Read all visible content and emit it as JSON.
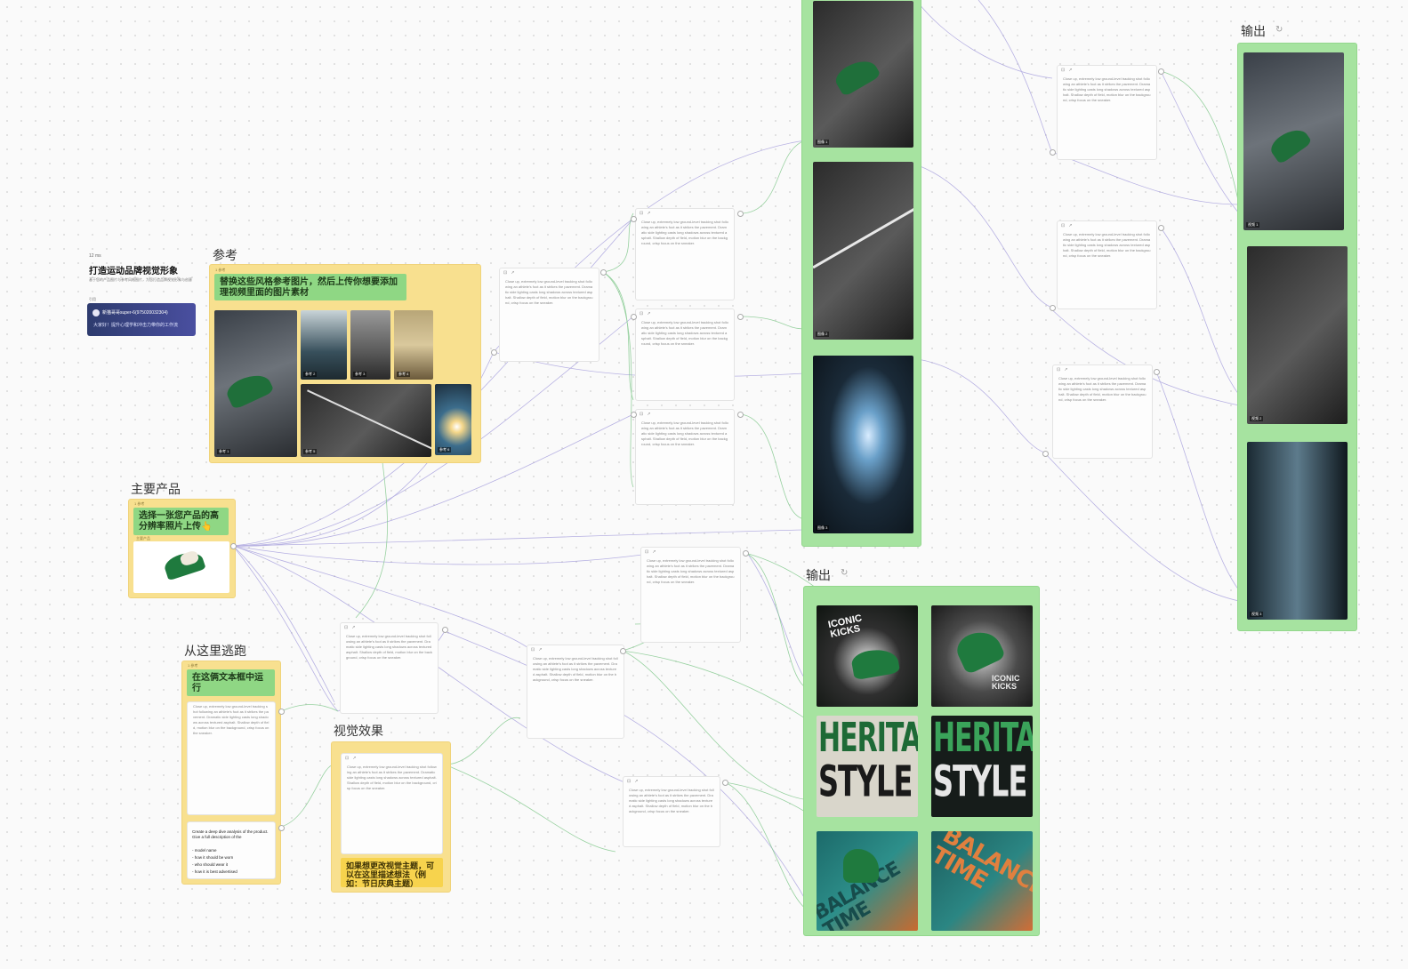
{
  "sidebar": {
    "small_label": "12 ms",
    "title": "打造运动品牌视觉形象",
    "subtitle": "基于您的产品图片与参考风格图片，为您打造品牌视觉形象与创意",
    "chip_label": "引用",
    "banner": {
      "name": "新猫哥哥super-6(975020032304)",
      "text": "大家好！提升心理学和冲击力带你的工作流"
    }
  },
  "groups": {
    "ref": {
      "title": "参考",
      "sticky": "替换这些风格参考图片，然后上传你想要添加理视频里面的图片素材",
      "chip": "1 参考"
    },
    "product": {
      "title": "主要产品",
      "sticky": "选择一张您产品的高分辨率照片上传👆",
      "chip": "1 参考",
      "image_label": "主要产品"
    },
    "runhere": {
      "title": "从这里逃跑",
      "sticky": "在这俩文本框中运行",
      "chip": "1 参考",
      "prompt_lines": [
        "Create a deep dive analysis of the product. Give a full description of the",
        "- model name",
        "- how it should be worn",
        "- who should wear it",
        "- how it is best advertised"
      ]
    },
    "visual": {
      "title": "视觉效果",
      "sticky": "如果想更改视觉主题，可以在这里描述想法（例如：节日庆典主题）"
    },
    "output_video": {
      "title": "输出"
    },
    "output_images": {
      "title": "输出"
    }
  },
  "image_labels": {
    "ref_1": "参考 1",
    "ref_2": "参考 2",
    "ref_3": "参考 3",
    "ref_4": "参考 4",
    "ref_5": "参考 5",
    "ref_6": "参考 6",
    "out_1": "图像 1",
    "out_2": "图像 2",
    "out_3": "图像 3",
    "vid_1": "视频 1",
    "vid_2": "视频 2",
    "vid_3": "视频 3"
  },
  "poster_text": {
    "iconic": "ICONIC KICKS",
    "heritage": "HERITAGE",
    "style": "STYLE",
    "balance": "BALANCE TIME"
  },
  "card_text": "Close up, extremely low ground-level tracking shot following an athlete's foot as it strikes the pavement. Dramatic side lighting casts long shadows across textured asphalt. Shallow depth of field, motion blur on the background, crisp focus on the sneaker.",
  "colors": {
    "yellow": "#f8e08f",
    "green": "#a6e3a0",
    "wire_purple": "#9b93d9",
    "wire_green": "#7fc78a"
  }
}
